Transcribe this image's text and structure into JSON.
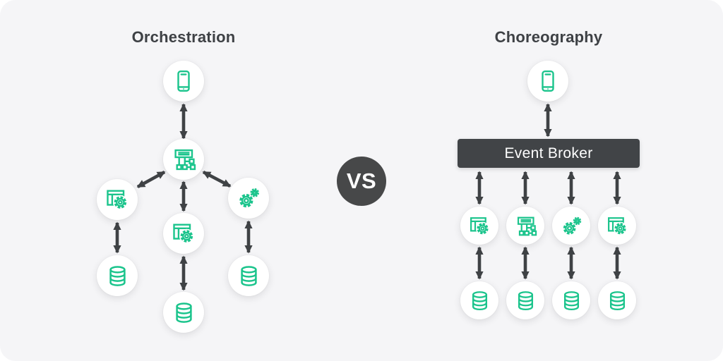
{
  "colors": {
    "icon_green": "#1bc48c",
    "arrow": "#3f4245",
    "vs_badge_background": "#474849",
    "broker_background": "#414447",
    "title_text": "#3e4145",
    "card_background": "#f5f5f7",
    "node_background": "#ffffff"
  },
  "left_diagram": {
    "title": "Orchestration",
    "nodes": [
      {
        "id": "client",
        "icon": "smartphone-icon"
      },
      {
        "id": "orchestrator",
        "icon": "workflow-icon"
      },
      {
        "id": "service-1",
        "icon": "app-gear-icon"
      },
      {
        "id": "service-2",
        "icon": "app-gear-icon"
      },
      {
        "id": "service-3",
        "icon": "gears-icon"
      },
      {
        "id": "database-1",
        "icon": "database-icon"
      },
      {
        "id": "database-2",
        "icon": "database-icon"
      },
      {
        "id": "database-3",
        "icon": "database-icon"
      }
    ],
    "edges": [
      {
        "from": "client",
        "to": "orchestrator",
        "bidirectional": true
      },
      {
        "from": "orchestrator",
        "to": "service-1",
        "bidirectional": true
      },
      {
        "from": "orchestrator",
        "to": "service-2",
        "bidirectional": true
      },
      {
        "from": "orchestrator",
        "to": "service-3",
        "bidirectional": true
      },
      {
        "from": "service-1",
        "to": "database-1",
        "bidirectional": true
      },
      {
        "from": "service-2",
        "to": "database-2",
        "bidirectional": true
      },
      {
        "from": "service-3",
        "to": "database-3",
        "bidirectional": true
      }
    ]
  },
  "vs_badge": {
    "label": "VS"
  },
  "right_diagram": {
    "title": "Choreography",
    "broker_label": "Event Broker",
    "nodes": [
      {
        "id": "client",
        "icon": "smartphone-icon"
      },
      {
        "id": "event-broker",
        "icon": "broker-bar"
      },
      {
        "id": "service-1",
        "icon": "app-gear-icon"
      },
      {
        "id": "service-2",
        "icon": "workflow-icon"
      },
      {
        "id": "service-3",
        "icon": "gears-icon"
      },
      {
        "id": "service-4",
        "icon": "app-gear-icon"
      },
      {
        "id": "database-1",
        "icon": "database-icon"
      },
      {
        "id": "database-2",
        "icon": "database-icon"
      },
      {
        "id": "database-3",
        "icon": "database-icon"
      },
      {
        "id": "database-4",
        "icon": "database-icon"
      }
    ],
    "edges": [
      {
        "from": "client",
        "to": "event-broker",
        "bidirectional": true
      },
      {
        "from": "event-broker",
        "to": "service-1",
        "bidirectional": true
      },
      {
        "from": "event-broker",
        "to": "service-2",
        "bidirectional": true
      },
      {
        "from": "event-broker",
        "to": "service-3",
        "bidirectional": true
      },
      {
        "from": "event-broker",
        "to": "service-4",
        "bidirectional": true
      },
      {
        "from": "service-1",
        "to": "database-1",
        "bidirectional": true
      },
      {
        "from": "service-2",
        "to": "database-2",
        "bidirectional": true
      },
      {
        "from": "service-3",
        "to": "database-3",
        "bidirectional": true
      },
      {
        "from": "service-4",
        "to": "database-4",
        "bidirectional": true
      }
    ]
  }
}
